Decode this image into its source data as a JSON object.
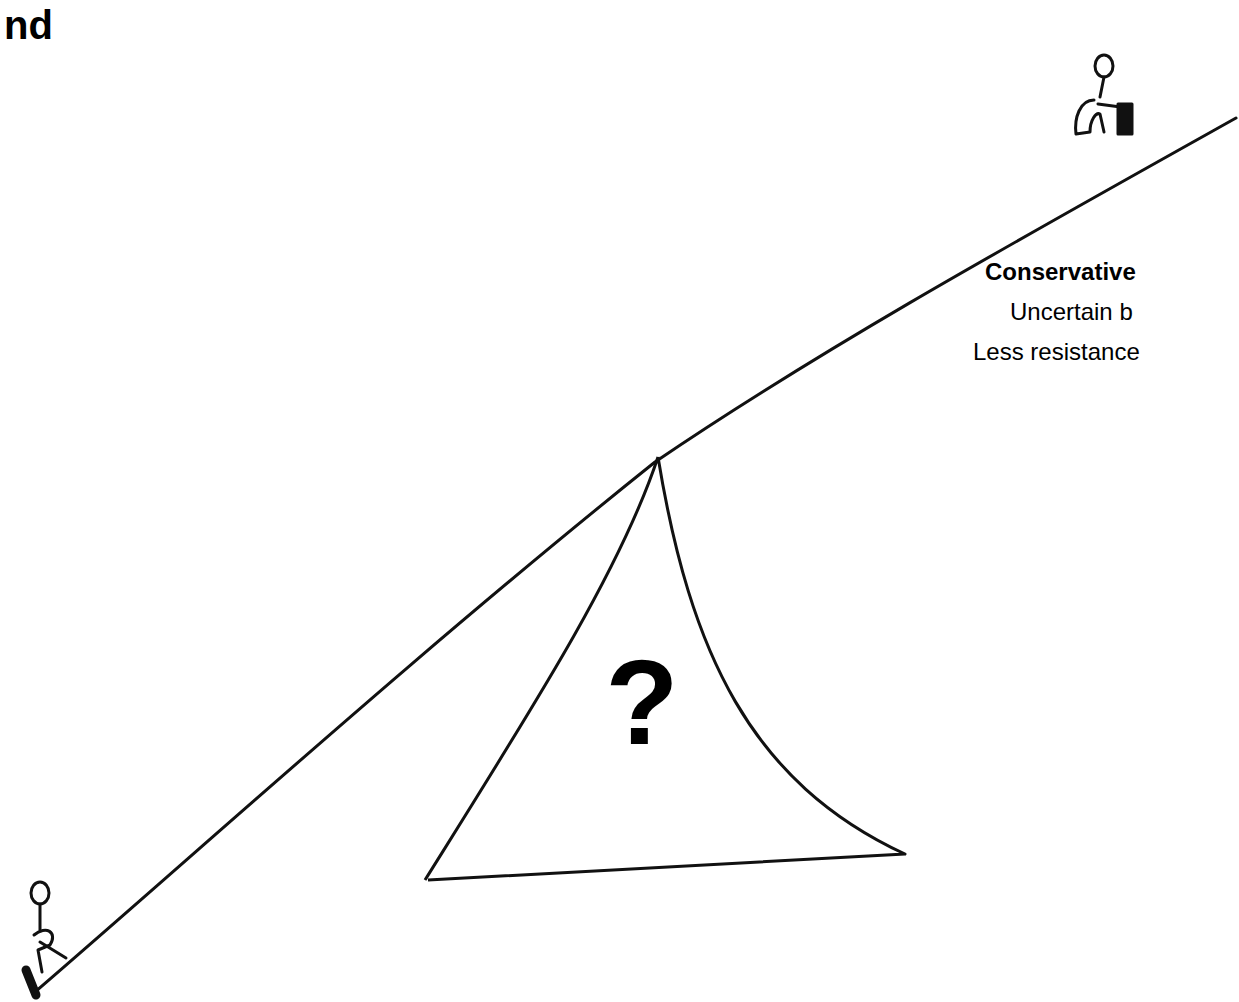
{
  "diagram": {
    "title": "nd",
    "nodes": [
      {
        "text": [
          "?"
        ]
      }
    ],
    "labels": [
      "Conservative",
      "Uncertain b",
      "Less resistance"
    ]
  }
}
